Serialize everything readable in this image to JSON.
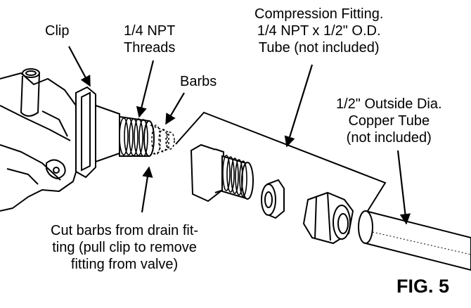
{
  "labels": {
    "clip": "Clip",
    "threads": "1/4 NPT\nThreads",
    "barbs": "Barbs",
    "compression": "Compression Fitting.\n1/4 NPT x 1/2\" O.D.\nTube (not included)",
    "tube": "1/2\" Outside Dia.\nCopper Tube\n(not included)",
    "cut": "Cut barbs from drain fit-\nting (pull clip to remove\nfitting from valve)"
  },
  "figure": {
    "label": "FIG. 5"
  }
}
